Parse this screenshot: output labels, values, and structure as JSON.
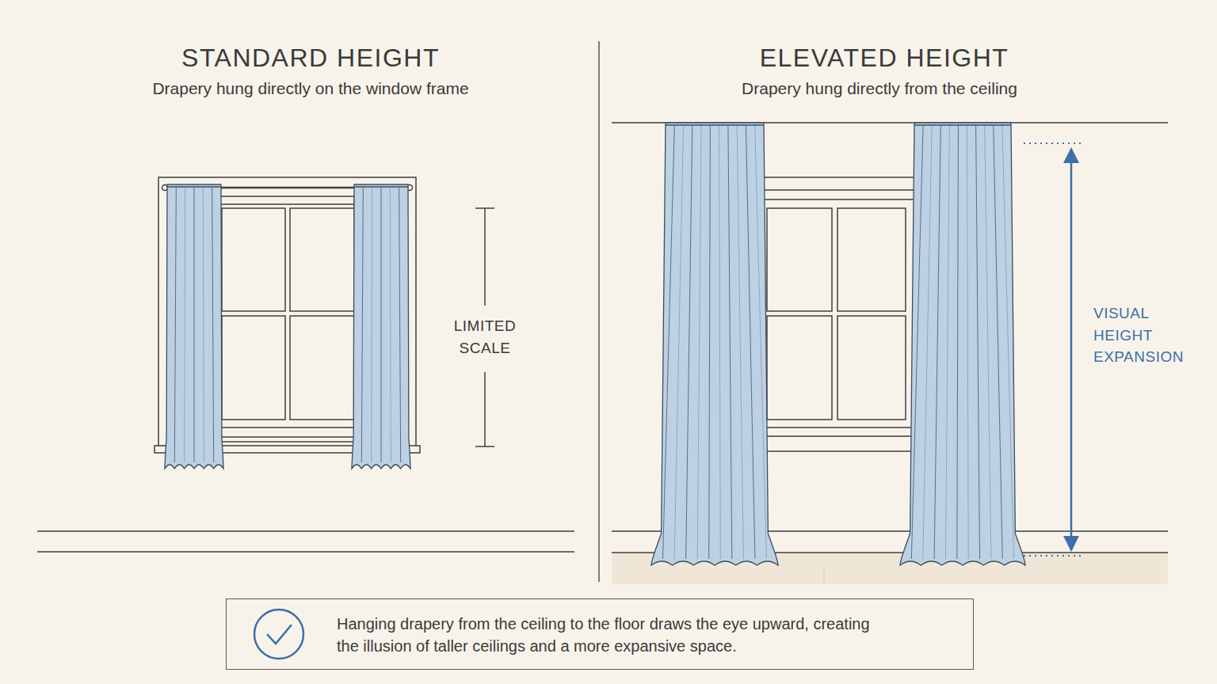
{
  "diagram": {
    "nodes": [
      {
        "text": [
          "Hanging drapery from the ceiling to the floor draws the eye upward, creating the illusion of taller ceilings and a more expansive space."
        ]
      }
    ],
    "labels": [
      "STANDARD HEIGHT",
      "Drapery hung directly on the window frame",
      "LIMITED SCALE",
      "ELEVATED HEIGHT",
      "Drapery hung directly from the ceiling",
      "VISUAL HEIGHT EXPANSION"
    ]
  }
}
